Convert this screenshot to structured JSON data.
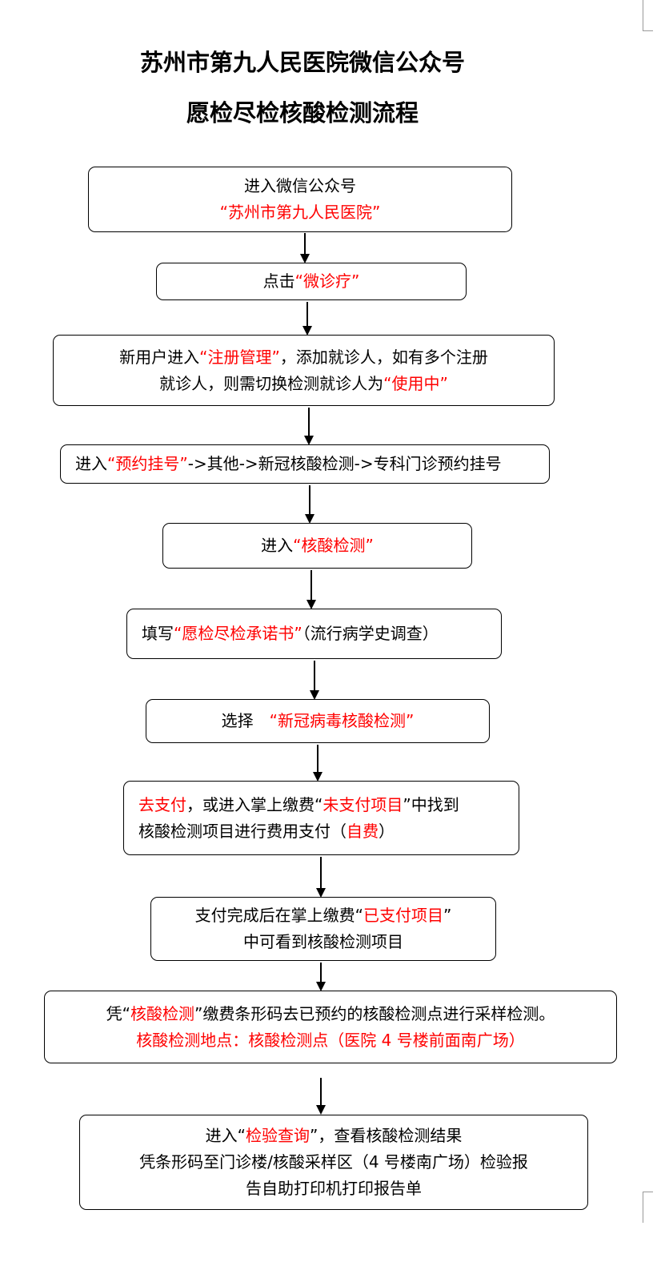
{
  "title_lines": [
    "苏州市第九人民医院微信公众号",
    "愿检尽检核酸检测流程"
  ],
  "steps": [
    {
      "lines": [
        [
          [
            "进入微信公众号",
            false
          ]
        ],
        [
          [
            "“苏州市第九人民医院”",
            true
          ]
        ]
      ]
    },
    {
      "lines": [
        [
          [
            "点击",
            false
          ],
          [
            "“微诊疗”",
            true
          ]
        ]
      ]
    },
    {
      "lines": [
        [
          [
            "新用户进入",
            false
          ],
          [
            "“注册管理”",
            true
          ],
          [
            "，添加就诊人，如有多个注册",
            false
          ]
        ],
        [
          [
            "就诊人，则需切换检测就诊人为",
            false
          ],
          [
            "“使用中”",
            true
          ]
        ]
      ]
    },
    {
      "lines": [
        [
          [
            "进入",
            false
          ],
          [
            "“预约挂号”",
            true
          ],
          [
            "->其他->新冠核酸检测->专科门诊预约挂号",
            false
          ]
        ]
      ]
    },
    {
      "lines": [
        [
          [
            "进入",
            false
          ],
          [
            "“核酸检测”",
            true
          ]
        ]
      ]
    },
    {
      "lines": [
        [
          [
            "填写",
            false
          ],
          [
            "“愿检尽检承诺书”",
            true
          ],
          [
            "（流行病学史调查）",
            false
          ]
        ]
      ]
    },
    {
      "lines": [
        [
          [
            "选择　",
            false
          ],
          [
            "“新冠病毒核酸检测”",
            true
          ]
        ]
      ]
    },
    {
      "lines": [
        [
          [
            " 去支付",
            true
          ],
          [
            "，或进入掌上缴费“",
            false
          ],
          [
            "未支付项目",
            true
          ],
          [
            "”中找到",
            false
          ]
        ],
        [
          [
            "核酸检测项目进行费用支付（",
            false
          ],
          [
            "自费",
            true
          ],
          [
            "）",
            false
          ]
        ]
      ]
    },
    {
      "lines": [
        [
          [
            "支付完成后在掌上缴费“",
            false
          ],
          [
            "已支付项目",
            true
          ],
          [
            "”",
            false
          ]
        ],
        [
          [
            "中可看到核酸检测项目",
            false
          ]
        ]
      ]
    },
    {
      "lines": [
        [
          [
            "凭“",
            false
          ],
          [
            "核酸检测",
            true
          ],
          [
            "”缴费条形码去已预约的核酸检测点进行采样检测。",
            false
          ]
        ],
        [
          [
            "核酸检测地点：核酸检测点（医院 4 号楼前面南广场）",
            true
          ]
        ]
      ]
    },
    {
      "lines": [
        [
          [
            "进入“",
            false
          ],
          [
            "检验查询",
            true
          ],
          [
            "”，查看核酸检测结果",
            false
          ]
        ],
        [
          [
            "凭条形码至门诊楼/核酸采样区（4 号楼南广场）检验报",
            false
          ]
        ],
        [
          [
            "告自助打印机打印报告单",
            false
          ]
        ]
      ]
    }
  ]
}
